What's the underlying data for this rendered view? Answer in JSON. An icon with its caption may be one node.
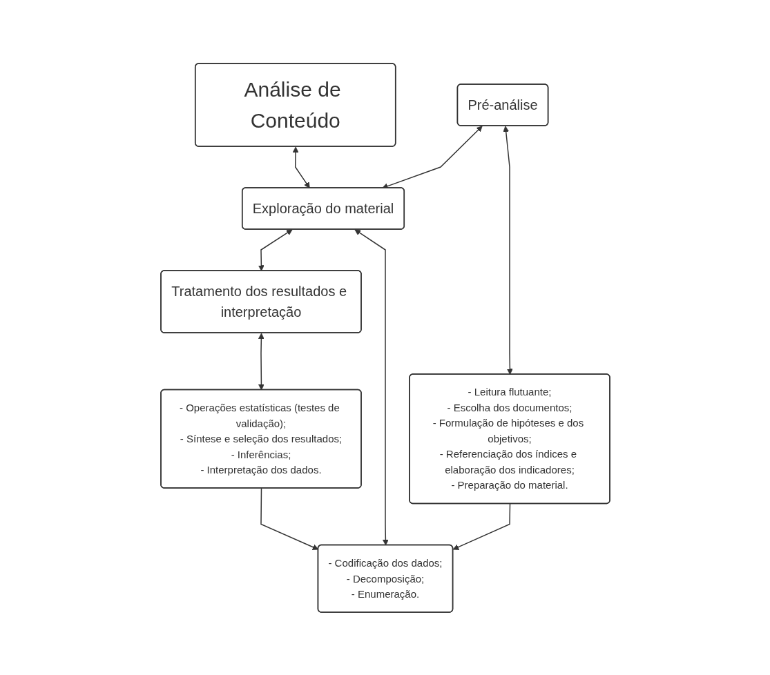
{
  "diagram": {
    "nodes": [
      {
        "text": [
          "Análise de Conteúdo"
        ]
      },
      {
        "text": [
          "Pré-análise"
        ]
      },
      {
        "text": [
          "Exploração do material"
        ]
      },
      {
        "text": [
          "Tratamento dos resultados e interpretação"
        ]
      },
      {
        "text": [
          "- Leitura flutuante;",
          "- Escolha dos documentos;",
          "- Formulação de hipóteses e dos objetivos;",
          "- Referenciação dos índices e elaboração dos indicadores;",
          "- Preparação do material."
        ]
      },
      {
        "text": [
          "- Codificação dos dados;",
          "- Decomposição;",
          "- Enumeração."
        ]
      },
      {
        "text": [
          "- Operações estatísticas (testes de validação);",
          "- Síntese e seleção dos resultados;",
          "- Inferências;",
          "- Interpretação dos dados."
        ]
      }
    ],
    "edges": [
      {
        "from": 0,
        "to": 2,
        "arrow": "both"
      },
      {
        "from": 1,
        "to": 2,
        "arrow": "both"
      },
      {
        "from": 2,
        "to": 3,
        "arrow": "both"
      },
      {
        "from": 1,
        "to": 4,
        "arrow": "both"
      },
      {
        "from": 2,
        "to": 5,
        "arrow": "both"
      },
      {
        "from": 3,
        "to": 6,
        "arrow": "both"
      },
      {
        "from": 4,
        "to": 5,
        "arrow": "to"
      },
      {
        "from": 6,
        "to": 5,
        "arrow": "to"
      }
    ]
  }
}
